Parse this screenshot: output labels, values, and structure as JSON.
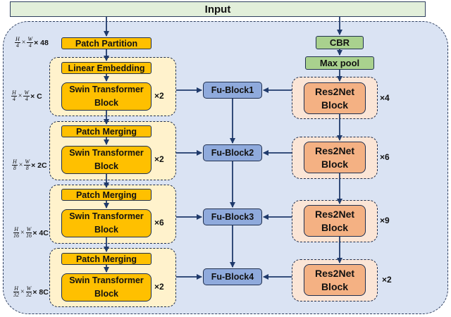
{
  "input_label": "Input",
  "left_branch": {
    "first_stage_top": "Patch Partition",
    "stages": [
      {
        "top_label": "Linear Embedding",
        "block_line1": "Swin Transformer",
        "block_line2": "Block",
        "repeat": "×2"
      },
      {
        "top_label": "Patch Merging",
        "block_line1": "Swin Transformer",
        "block_line2": "Block",
        "repeat": "×2"
      },
      {
        "top_label": "Patch Merging",
        "block_line1": "Swin Transformer",
        "block_line2": "Block",
        "repeat": "×6"
      },
      {
        "top_label": "Patch Merging",
        "block_line1": "Swin Transformer",
        "block_line2": "Block",
        "repeat": "×2"
      }
    ]
  },
  "dimensions": [
    {
      "h_den": "4",
      "w_den": "4",
      "suffix": "× 48"
    },
    {
      "h_den": "4",
      "w_den": "4",
      "suffix": "× C"
    },
    {
      "h_den": "8",
      "w_den": "8",
      "suffix": "× 2C"
    },
    {
      "h_den": "16",
      "w_den": "16",
      "suffix": "× 4C"
    },
    {
      "h_den": "32",
      "w_den": "32",
      "suffix": "× 8C"
    }
  ],
  "fusion_blocks": [
    "Fu-Block1",
    "Fu-Block2",
    "Fu-Block3",
    "Fu-Block4"
  ],
  "right_branch": {
    "cbr_label": "CBR",
    "maxpool_label": "Max pool",
    "stages": [
      {
        "line1": "Res2Net",
        "line2": "Block",
        "repeat": "×4"
      },
      {
        "line1": "Res2Net",
        "line2": "Block",
        "repeat": "×6"
      },
      {
        "line1": "Res2Net",
        "line2": "Block",
        "repeat": "×9"
      },
      {
        "line1": "Res2Net",
        "line2": "Block",
        "repeat": "×2"
      }
    ]
  },
  "colors": {
    "background": "#dae3f3",
    "input": "#e2efda",
    "swin_stage": "#fff2cc",
    "swin_block": "#ffc000",
    "res_stage": "#fbe5d6",
    "res_block": "#f4b183",
    "cbr": "#a9d18e",
    "fusion": "#8faadc"
  }
}
